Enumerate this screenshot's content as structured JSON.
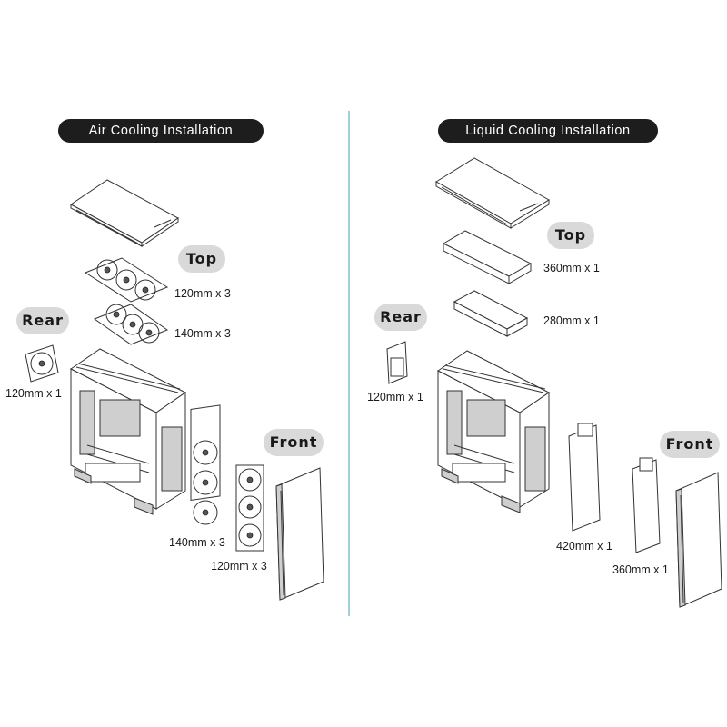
{
  "air": {
    "title": "Air Cooling Installation",
    "top_label": "Top",
    "rear_label": "Rear",
    "front_label": "Front",
    "top_fan_1": "120mm x 3",
    "top_fan_2": "140mm x 3",
    "rear_fan": "120mm x 1",
    "front_fan_1": "140mm x 3",
    "front_fan_2": "120mm x 3"
  },
  "liquid": {
    "title": "Liquid Cooling Installation",
    "top_label": "Top",
    "rear_label": "Rear",
    "front_label": "Front",
    "top_rad_1": "360mm x 1",
    "top_rad_2": "280mm x 1",
    "rear_rad": "120mm x 1",
    "front_rad_1": "420mm x 1",
    "front_rad_2": "360mm x 1"
  },
  "colors": {
    "title_bg": "#1d1d1d",
    "label_bg": "#d9d9d9",
    "divider": "#9fd0df"
  },
  "icons": [
    "case-top-panel-icon",
    "fan-array-icon",
    "fan-icon",
    "radiator-icon",
    "pc-case-icon",
    "front-panel-icon"
  ]
}
